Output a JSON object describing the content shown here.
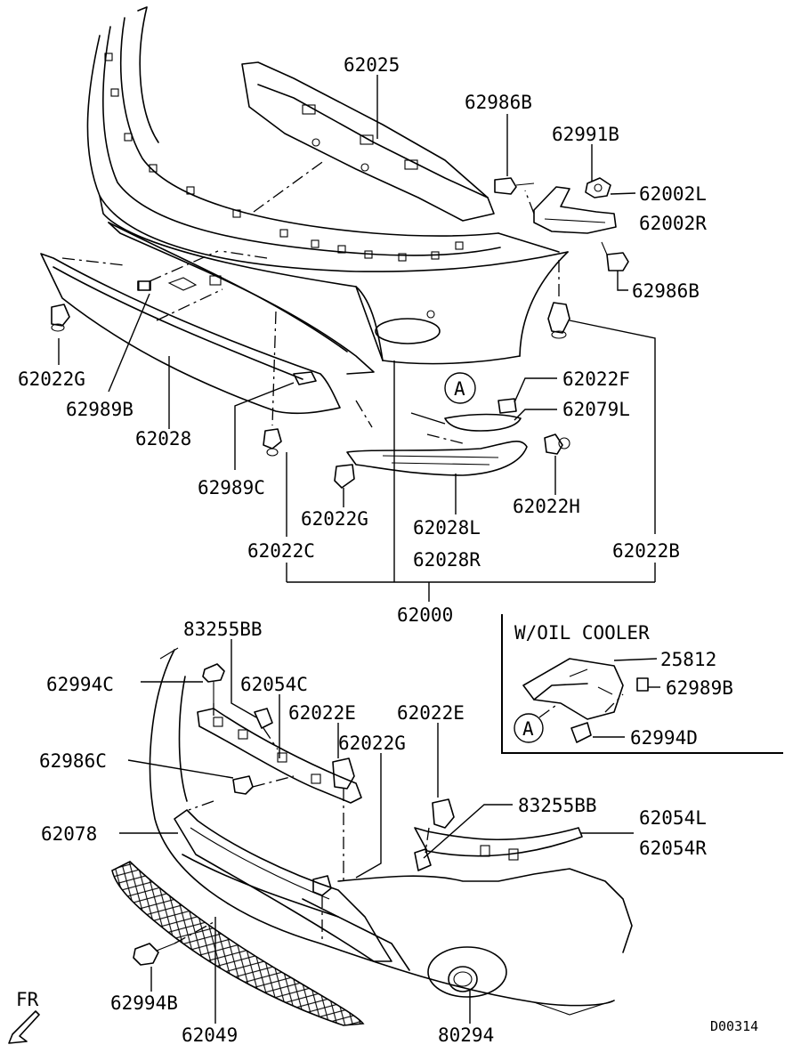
{
  "part_numbers": {
    "p62025": "62025",
    "p62986B_top": "62986B",
    "p62991B": "62991B",
    "p62002L": "62002L",
    "p62002R": "62002R",
    "p62986B_right": "62986B",
    "p62022G_left": "62022G",
    "p62989B": "62989B",
    "p62028": "62028",
    "p62022F": "62022F",
    "p62079L": "62079L",
    "p62989C": "62989C",
    "p62022H": "62022H",
    "p62022G_mid": "62022G",
    "p62028L": "62028L",
    "p62028R": "62028R",
    "p62022C": "62022C",
    "p62022B": "62022B",
    "p62000": "62000",
    "p83255BB_top": "83255BB",
    "p62994C": "62994C",
    "p62054C": "62054C",
    "p62022E_1": "62022E",
    "p62022E_2": "62022E",
    "p62022G_low": "62022G",
    "p62986C": "62986C",
    "p83255BB_low": "83255BB",
    "p62054L": "62054L",
    "p62054R": "62054R",
    "p62078": "62078",
    "p62994B": "62994B",
    "p62049": "62049",
    "p80294": "80294",
    "p25812": "25812",
    "p62989B_box": "62989B",
    "p62994D": "62994D"
  },
  "callouts": {
    "ref_a_main": "A",
    "ref_a_box": "A"
  },
  "inset": {
    "title": "W/OIL COOLER"
  },
  "orientation": {
    "label": "FR"
  },
  "diagram_id": "D00314"
}
